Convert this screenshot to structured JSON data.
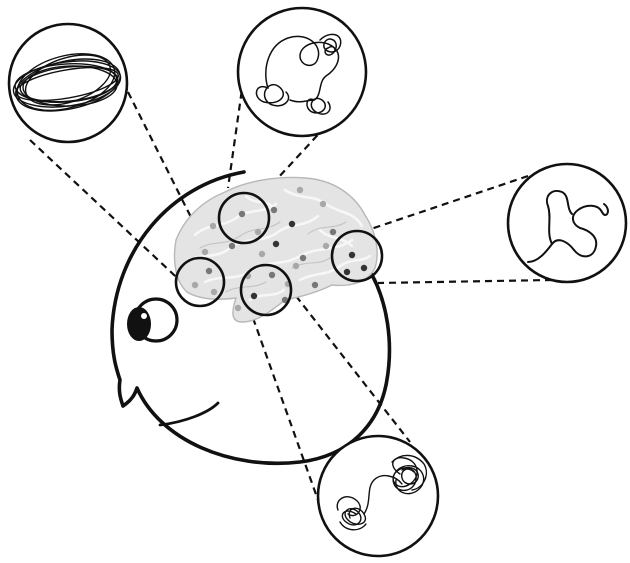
{
  "diagram": {
    "colors": {
      "ink": "#111111",
      "background": "#ffffff",
      "brain_fill": "#e4e4e4",
      "brain_fold": "#f7f7f7",
      "dot_dark": "#333333",
      "dot_mid": "#777777",
      "dot_light": "#a8a8a8"
    },
    "elements": [
      "head-outline",
      "eye",
      "brain",
      "electrode-dots",
      "roi-circles",
      "magnified-trajectory-insets",
      "dashed-connector-lines"
    ],
    "insets": [
      {
        "name": "inset-elliptical-orbit",
        "pattern": "concentric-ellipses"
      },
      {
        "name": "inset-looping-trajectory",
        "pattern": "loops"
      },
      {
        "name": "inset-smooth-trajectory",
        "pattern": "smooth-curve"
      },
      {
        "name": "inset-tangled-trajectory",
        "pattern": "tangled-loops"
      }
    ]
  }
}
